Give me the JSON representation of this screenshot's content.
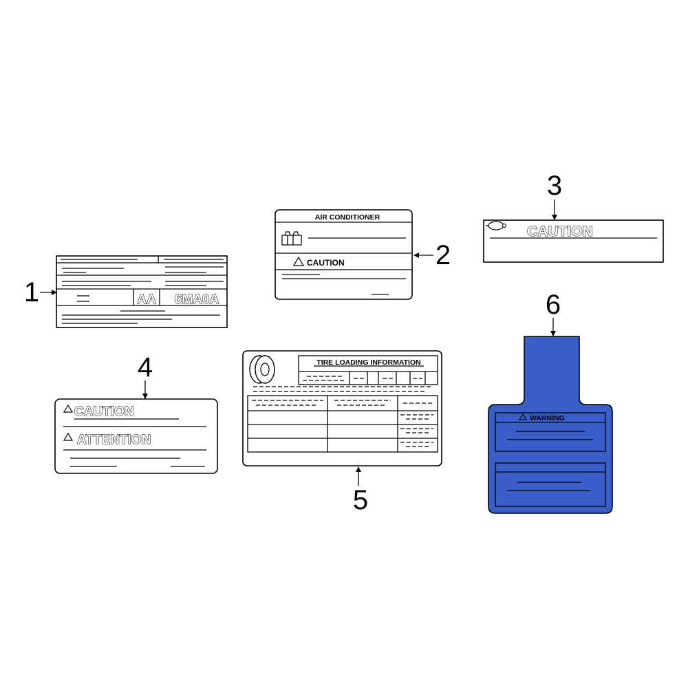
{
  "callouts": [
    "1",
    "2",
    "3",
    "4",
    "5",
    "6"
  ],
  "labels": {
    "label1": {
      "code_a": "AA",
      "code_b": "6MA0A"
    },
    "label2": {
      "title": "AIR CONDITIONER",
      "caution": "CAUTION"
    },
    "label3": {
      "caution": "CAUTION"
    },
    "label4": {
      "caution": "CAUTION",
      "attention": "ATTENTION"
    },
    "label5": {
      "title": "TIRE LOADING INFORMATION"
    },
    "label6": {
      "warning": "WARNING"
    }
  },
  "colors": {
    "highlight": "#3a5fc8",
    "line": "#000000",
    "background": "#ffffff"
  },
  "icons": {
    "label2": "ac-compressor-icon",
    "label2_triangle": "warning-triangle-icon",
    "label3": "airbag-icon",
    "label5": "tire-icon"
  }
}
